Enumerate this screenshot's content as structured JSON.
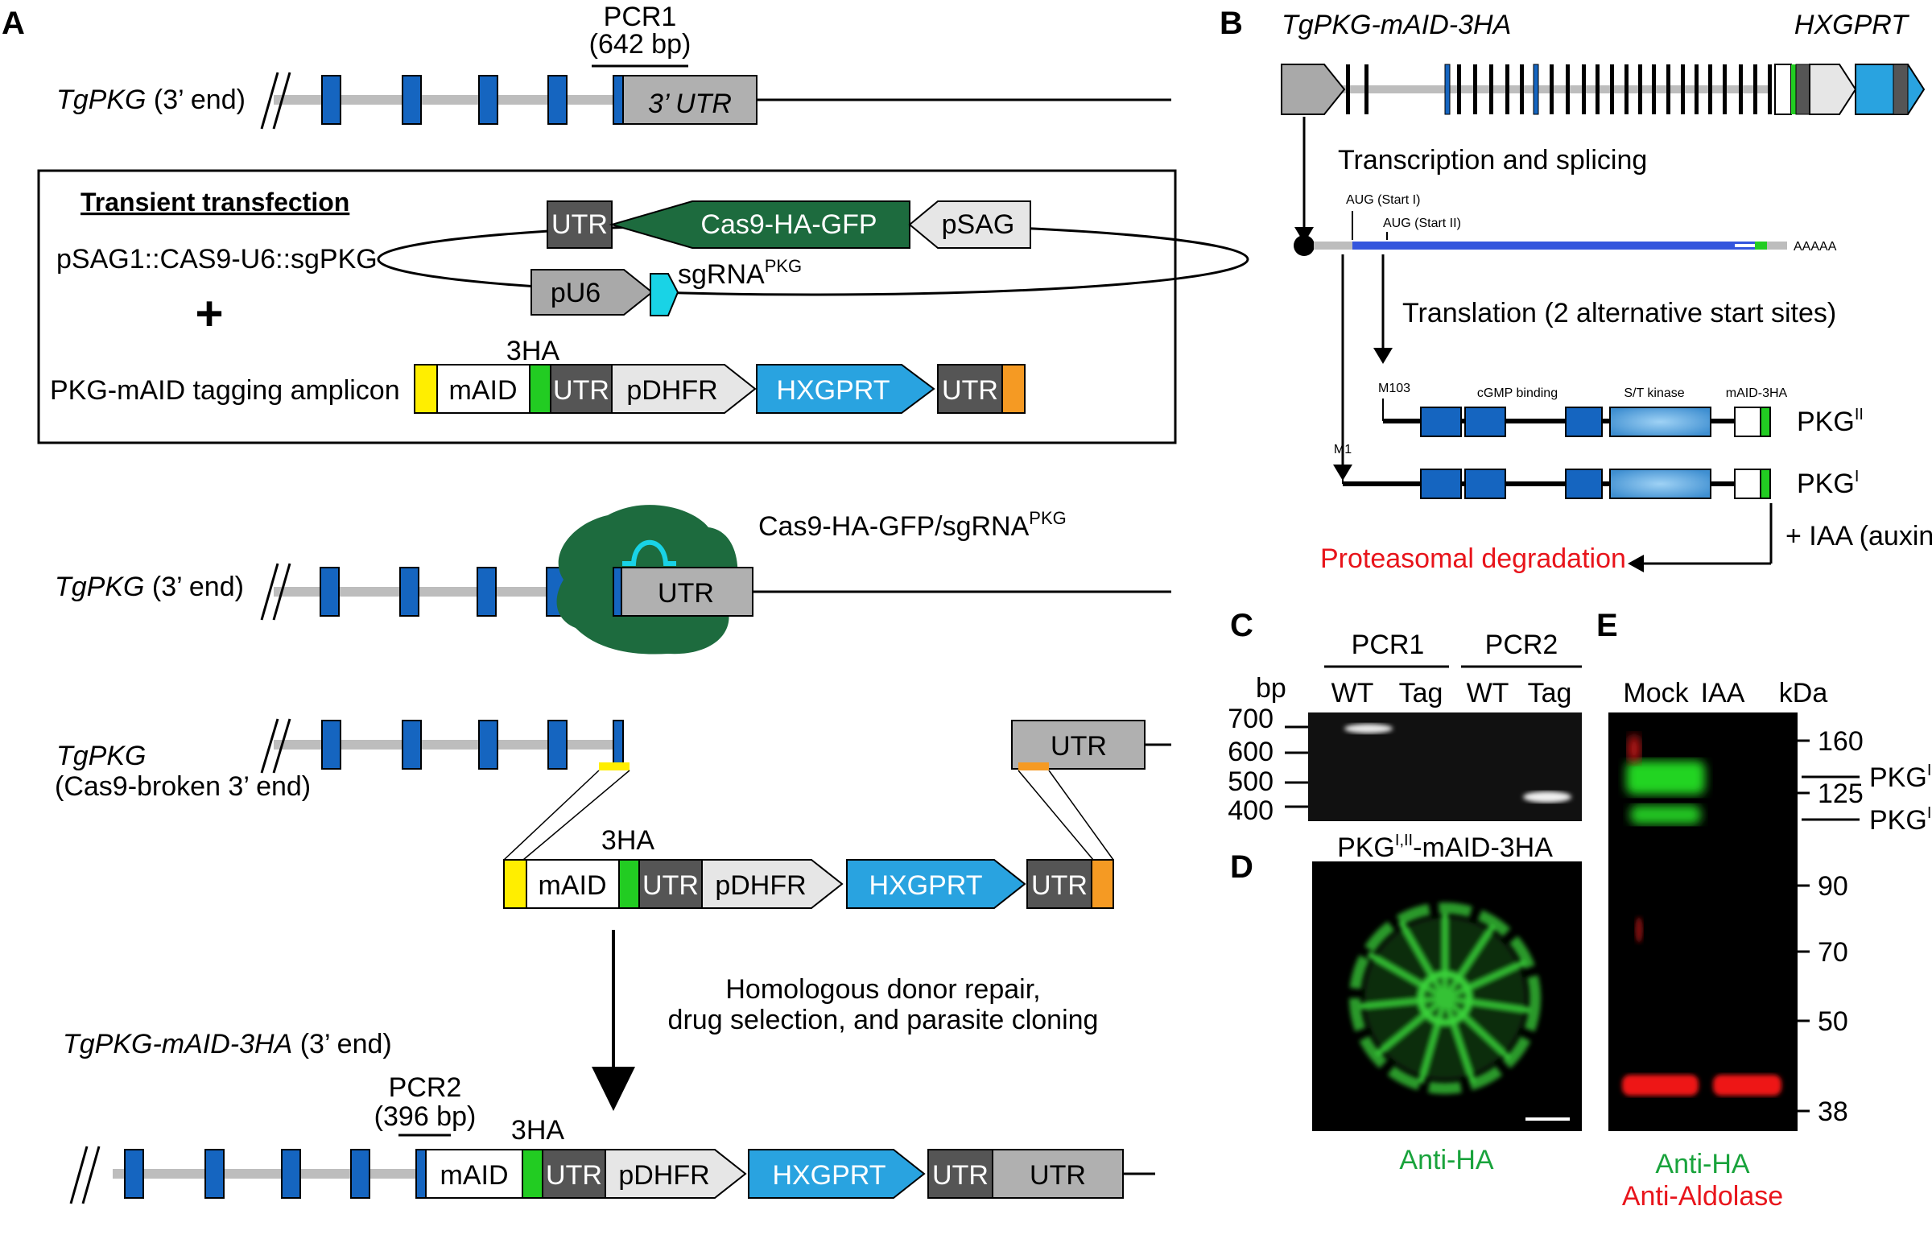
{
  "panels": {
    "a": "A",
    "b": "B",
    "c": "C",
    "d": "D",
    "e": "E"
  },
  "colors": {
    "exon": "#1565c0",
    "intron": "#bdbdbd",
    "utr_light": "#b0b0b0",
    "utr_dark": "#555555",
    "cas9": "#1d6b3e",
    "mAID": "#ffffff",
    "ha": "#22cc22",
    "hxgprt": "#29a3e0",
    "pdhfr": "#e6e6e6",
    "yellow_arm": "#ffee00",
    "orange_arm": "#f59a23",
    "mrna": "#3355dd",
    "red_text": "#e8141b",
    "green_text": "#19a33c"
  },
  "panel_a": {
    "pcr1_label": "PCR1",
    "pcr1_size": "(642 bp)",
    "locus1_gene": "TgPKG",
    "locus1_suffix": " (3’ end)",
    "utr3_label": "3’ UTR",
    "transfection_title": "Transient transfection",
    "plasmid_name": "pSAG1::CAS9-U6::sgPKG",
    "plus": "+",
    "plasmid_utr": "UTR",
    "cas9_label": "Cas9-HA-GFP",
    "psag_label": "pSAG",
    "pu6_label": "pU6",
    "sgrna_base": "sgRNA",
    "sgrna_sup": "PKG",
    "amplicon_name": "PKG-mAID tagging amplicon",
    "ha3": "3HA",
    "maid": "mAID",
    "utr": "UTR",
    "pdhfr": "pDHFR",
    "hxgprt": "HXGPRT",
    "complex_base": "Cas9-HA-GFP/sgRNA",
    "complex_sup": "PKG",
    "locus2_gene": "TgPKG",
    "locus2_suffix": " (3’ end)",
    "broken_gene": "TgPKG",
    "broken_sub": "(Cas9-broken 3’ end)",
    "repair_line1": "Homologous donor repair,",
    "repair_line2": "drug selection, and parasite cloning",
    "final_gene": "TgPKG-mAID-3HA",
    "final_suffix": " (3’ end)",
    "pcr2_label": "PCR2",
    "pcr2_size": "(396 bp)"
  },
  "panel_b": {
    "locus_label": "TgPKG-mAID-3HA",
    "hxgprt_label": "HXGPRT",
    "transcription": "Transcription and splicing",
    "aug1": "AUG (Start I)",
    "aug2": "AUG (Start II)",
    "polya": "AAAAA",
    "translation": "Translation (2 alternative start sites)",
    "m103": "M103",
    "m1": "M1",
    "cgmp": "cGMP binding",
    "stkinase": "S/T kinase",
    "maid3ha": "mAID-3HA",
    "pkg_base": "PKG",
    "pkg2_sup": "II",
    "pkg1_sup": "I",
    "iaa": "+ IAA (auxin)",
    "degradation": "Proteasomal degradation"
  },
  "panel_c": {
    "pcr1": "PCR1",
    "pcr2": "PCR2",
    "bp": "bp",
    "lanes": [
      "WT",
      "Tag",
      "WT",
      "Tag"
    ],
    "markers": [
      "700",
      "600",
      "500",
      "400"
    ]
  },
  "panel_d": {
    "title_base": "PKG",
    "title_sup": "I,II",
    "title_suffix": "-mAID-3HA",
    "stain": "Anti-HA"
  },
  "panel_e": {
    "lanes": [
      "Mock",
      "IAA"
    ],
    "kda": "kDa",
    "markers": [
      "160",
      "125",
      "90",
      "70",
      "50",
      "38"
    ],
    "pkg_base": "PKG",
    "pkg1_sup": "I",
    "pkg2_sup": "II",
    "stain1": "Anti-HA",
    "stain2": "Anti-Aldolase"
  }
}
